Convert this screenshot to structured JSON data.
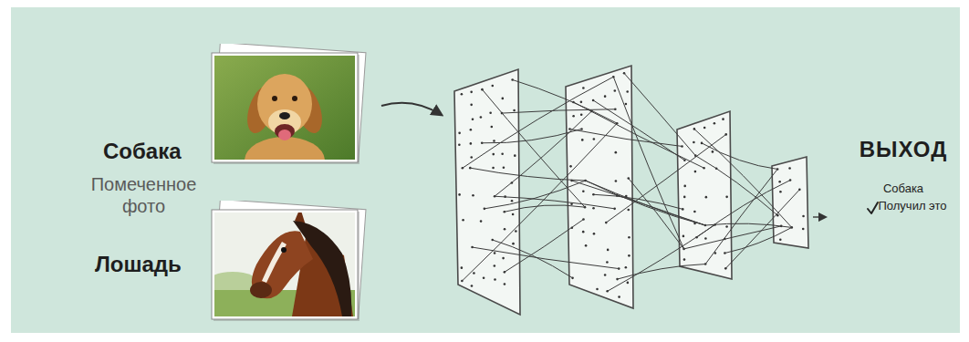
{
  "diagram": {
    "nodes": [
      {
        "text": [
          "Собака"
        ]
      },
      {
        "text": [
          "Лошадь"
        ]
      }
    ],
    "labels": [
      "Помеченное фото",
      "ВЫХОД",
      "Собака",
      "Получил это"
    ]
  }
}
